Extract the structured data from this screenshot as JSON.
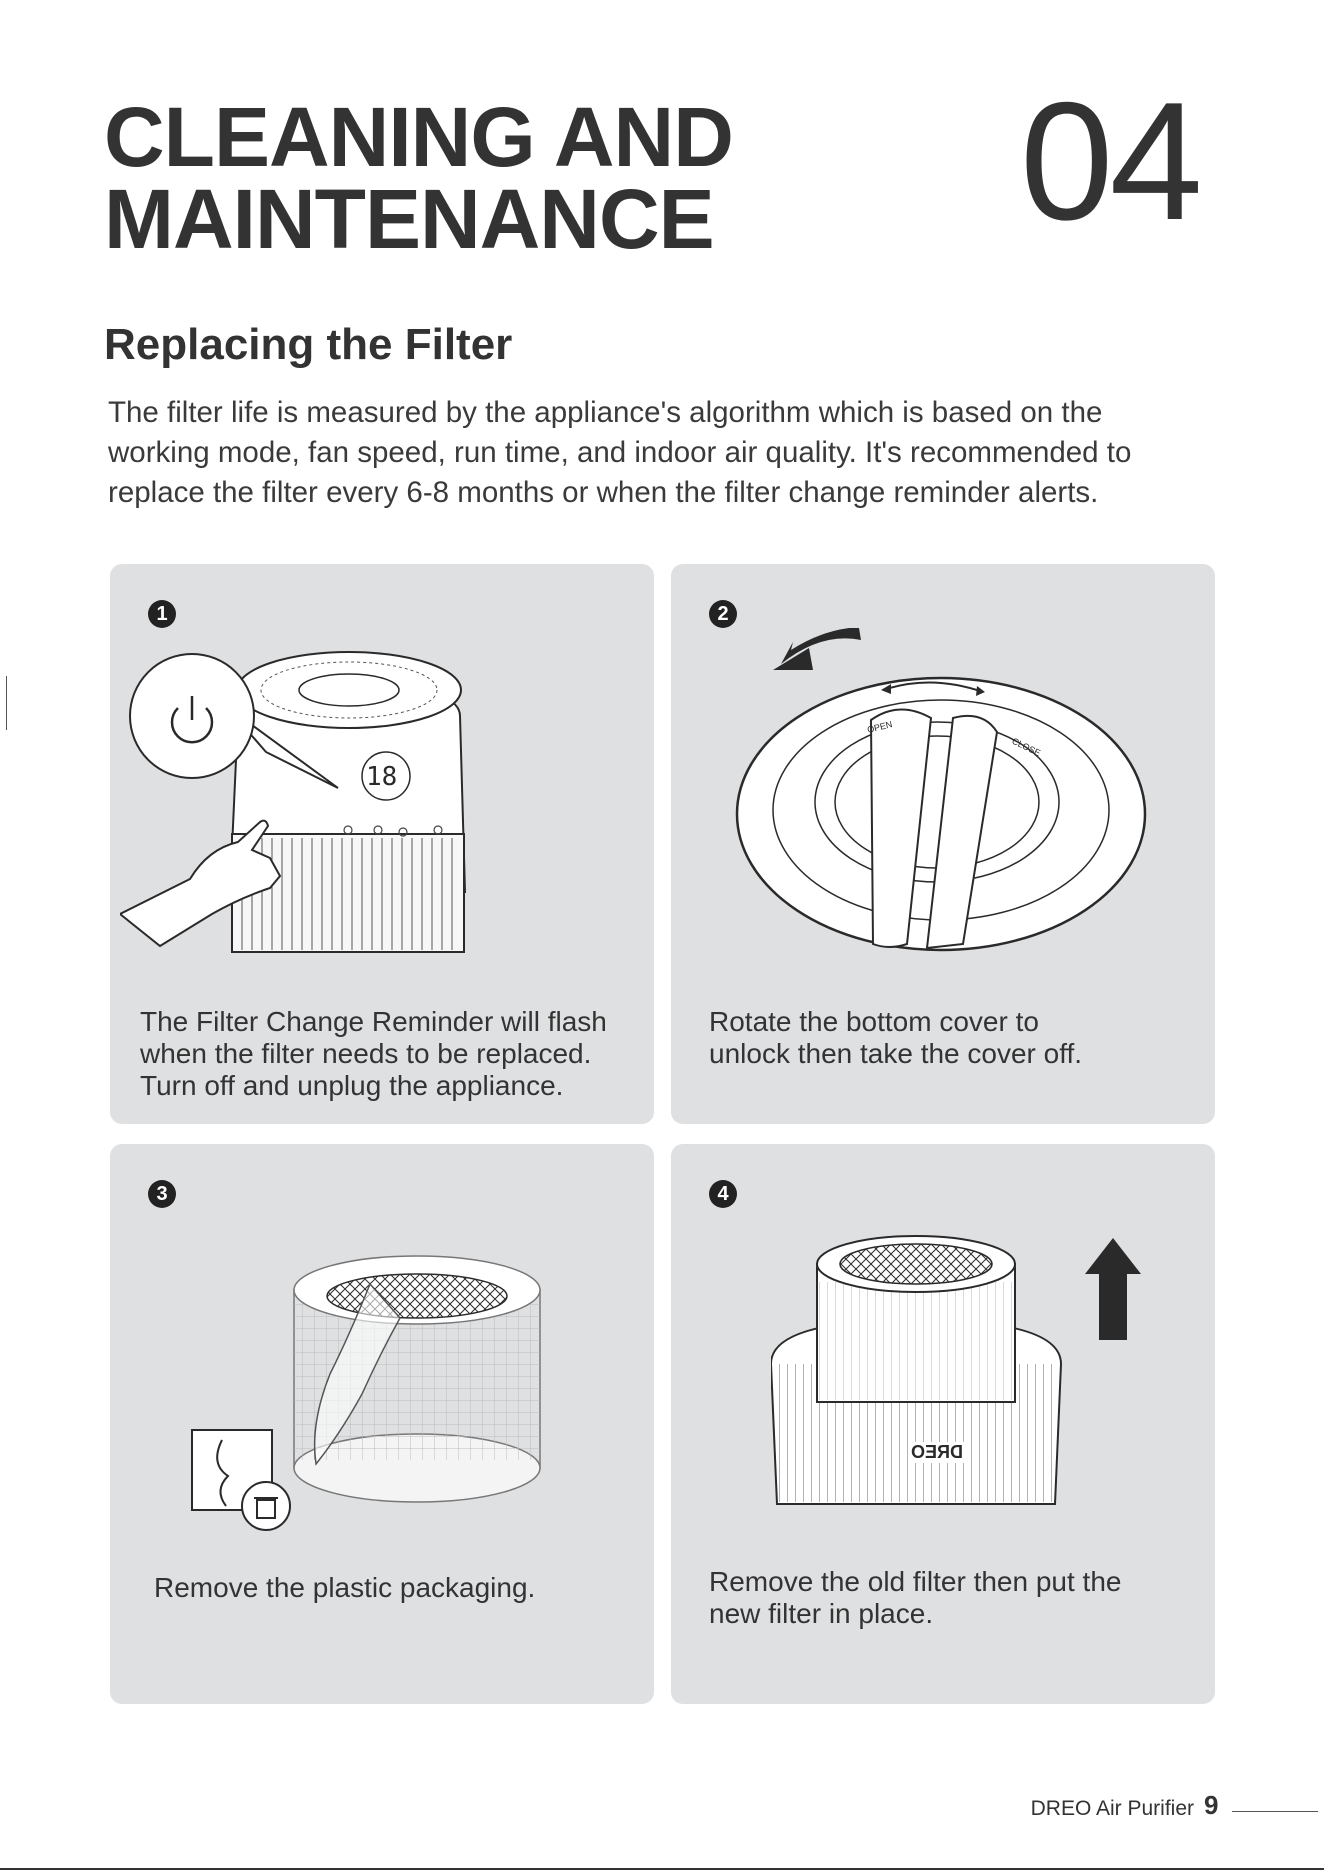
{
  "document": {
    "title_lines": [
      "CLEANING AND",
      "MAINTENANCE"
    ],
    "chapter_number": "04",
    "section_title": "Replacing the Filter",
    "intro_lines": [
      "The filter life is measured by the appliance's algorithm which is based on the",
      "working mode, fan speed, run time, and indoor air quality. It's recommended to",
      "replace the filter every 6-8 months or when the filter change reminder alerts."
    ]
  },
  "steps": [
    {
      "number": "1",
      "caption_lines": [
        "The Filter Change Reminder will flash",
        "when the filter needs to be replaced.",
        "Turn off and unplug the appliance."
      ],
      "display_value": "18"
    },
    {
      "number": "2",
      "caption_lines": [
        "Rotate the bottom cover to",
        "unlock then take the cover off."
      ],
      "open_label": "OPEN",
      "close_label": "CLOSE"
    },
    {
      "number": "3",
      "caption_lines": [
        "Remove the plastic packaging."
      ]
    },
    {
      "number": "4",
      "caption_lines": [
        "Remove the old filter then put the",
        "new filter in place."
      ],
      "brand_mark": "DREO"
    }
  ],
  "footer": {
    "brand": "DREO Air Purifier",
    "page_number": "9"
  },
  "colors": {
    "panel": "#dfe0e2",
    "text": "#333333",
    "line": "#2a2a2a"
  }
}
